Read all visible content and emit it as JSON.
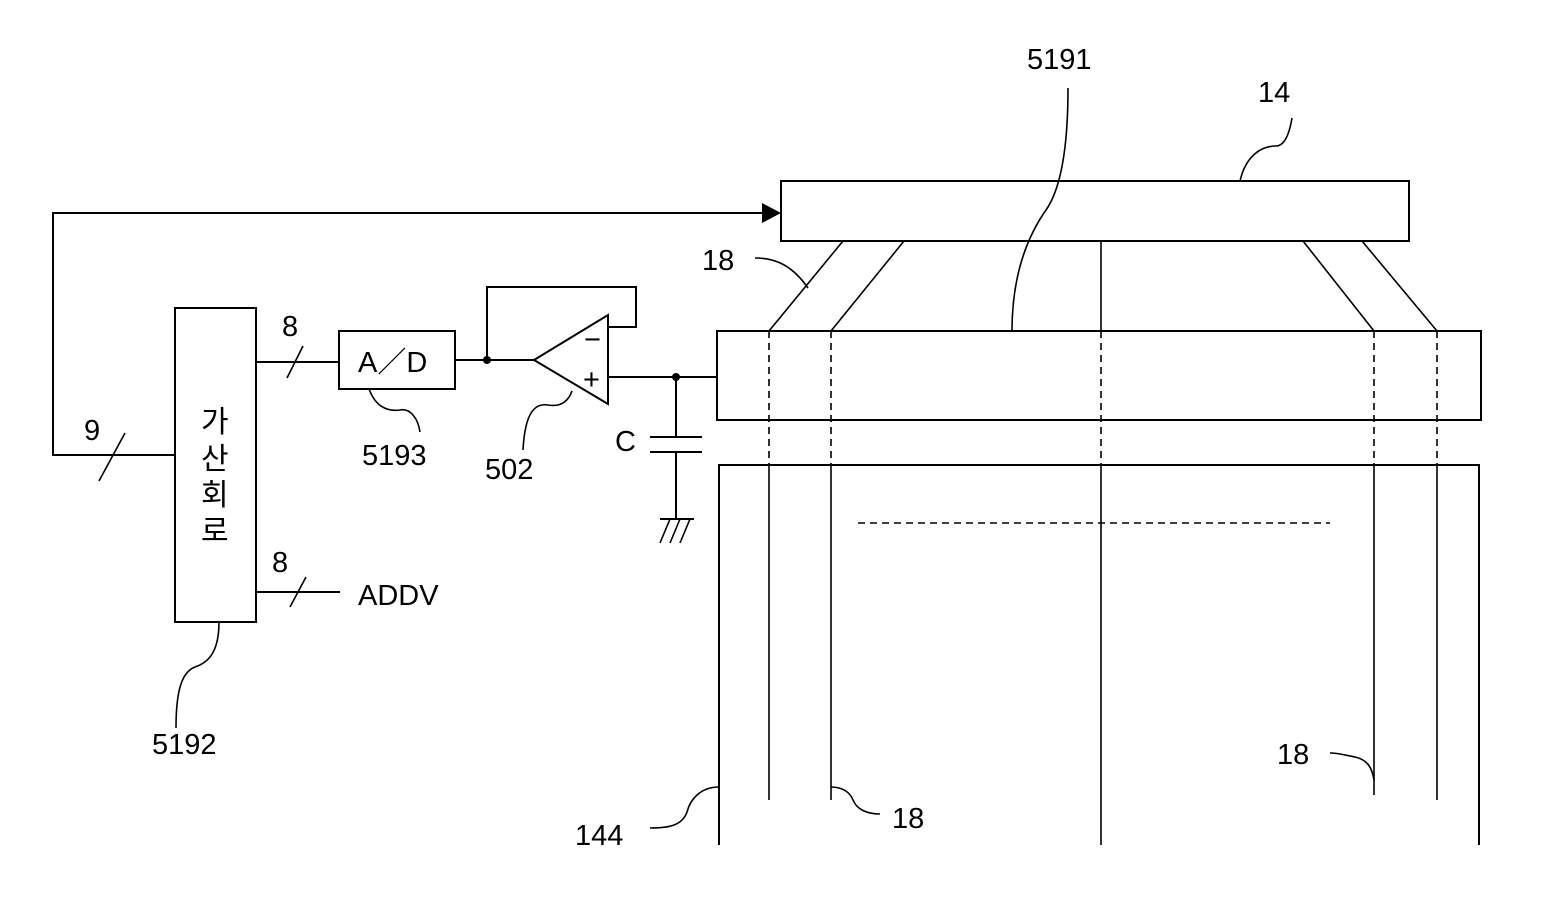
{
  "labels": {
    "ref_5191": "5191",
    "ref_14": "14",
    "ref_18_upper_left": "18",
    "ref_18_lower_middle": "18",
    "ref_18_lower_right": "18",
    "ref_144": "144",
    "ref_5192": "5192",
    "ref_5193": "5193",
    "ref_502": "502",
    "capacitor": "C",
    "bus_9": "9",
    "bus_8_top": "8",
    "bus_8_bottom": "8",
    "addv": "ADDV",
    "ad_converter": "A／D",
    "adder_chars": [
      "가",
      "산",
      "회",
      "로"
    ],
    "opamp_minus": "−",
    "opamp_plus": "+"
  }
}
